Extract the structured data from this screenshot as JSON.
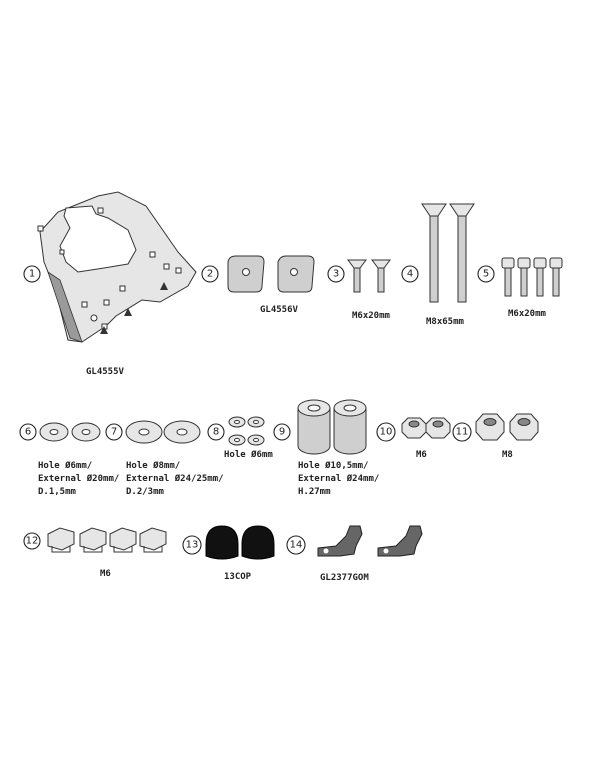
{
  "items": [
    {
      "num": "1",
      "label": "GL4555V"
    },
    {
      "num": "2",
      "label": "GL4556V"
    },
    {
      "num": "3",
      "label": "M6x20mm"
    },
    {
      "num": "4",
      "label": "M8x65mm"
    },
    {
      "num": "5",
      "label": "M6x20mm"
    },
    {
      "num": "6",
      "label_lines": [
        "Hole Ø6mm/",
        "External Ø20mm/",
        "D.1,5mm"
      ]
    },
    {
      "num": "7",
      "label_lines": [
        "Hole Ø8mm/",
        "External Ø24/25mm/",
        "D.2/3mm"
      ]
    },
    {
      "num": "8",
      "label": "Hole Ø6mm"
    },
    {
      "num": "9",
      "label_lines": [
        "Hole Ø10,5mm/",
        "External Ø24mm/",
        "H.27mm"
      ]
    },
    {
      "num": "10",
      "label": "M6"
    },
    {
      "num": "11",
      "label": "M8"
    },
    {
      "num": "12",
      "label": "M6"
    },
    {
      "num": "13",
      "label": "13COP"
    },
    {
      "num": "14",
      "label": "GL2377GOM"
    }
  ]
}
